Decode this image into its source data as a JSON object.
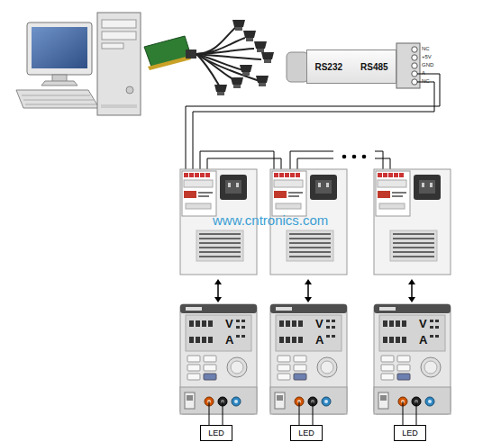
{
  "diagram": {
    "nodes": [
      {
        "text": [
          "RS232",
          "RS485"
        ]
      },
      {
        "text": [
          "V",
          "A"
        ]
      },
      {
        "text": [
          "V",
          "A"
        ]
      },
      {
        "text": [
          "V",
          "A"
        ]
      },
      {
        "text": [
          "LED"
        ]
      },
      {
        "text": [
          "LED"
        ]
      },
      {
        "text": [
          "LED"
        ]
      }
    ],
    "edges": [
      {
        "from": 1,
        "to": 4,
        "arrow": "none"
      },
      {
        "from": 2,
        "to": 5,
        "arrow": "none"
      },
      {
        "from": 3,
        "to": 6,
        "arrow": "none"
      }
    ],
    "labels": [
      "NC",
      "+5V",
      "GND",
      "A",
      "NC",
      "www.cntronics.com"
    ]
  }
}
